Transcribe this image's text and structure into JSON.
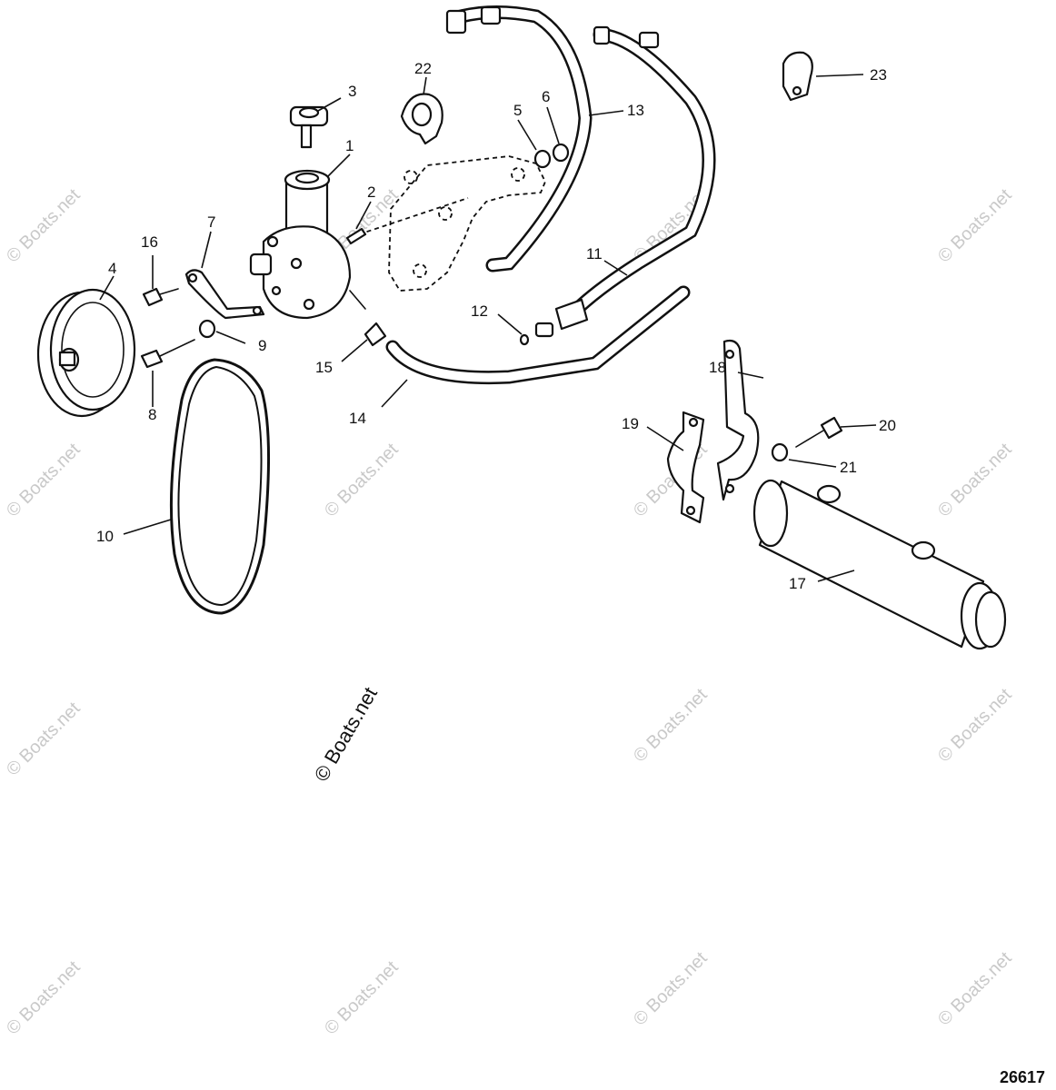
{
  "diagram": {
    "reference_number": "26617",
    "watermark": "© Boats.net",
    "callouts": [
      "1",
      "2",
      "3",
      "4",
      "5",
      "6",
      "7",
      "8",
      "9",
      "10",
      "11",
      "12",
      "13",
      "14",
      "15",
      "16",
      "17",
      "18",
      "19",
      "20",
      "21",
      "22",
      "23"
    ]
  }
}
